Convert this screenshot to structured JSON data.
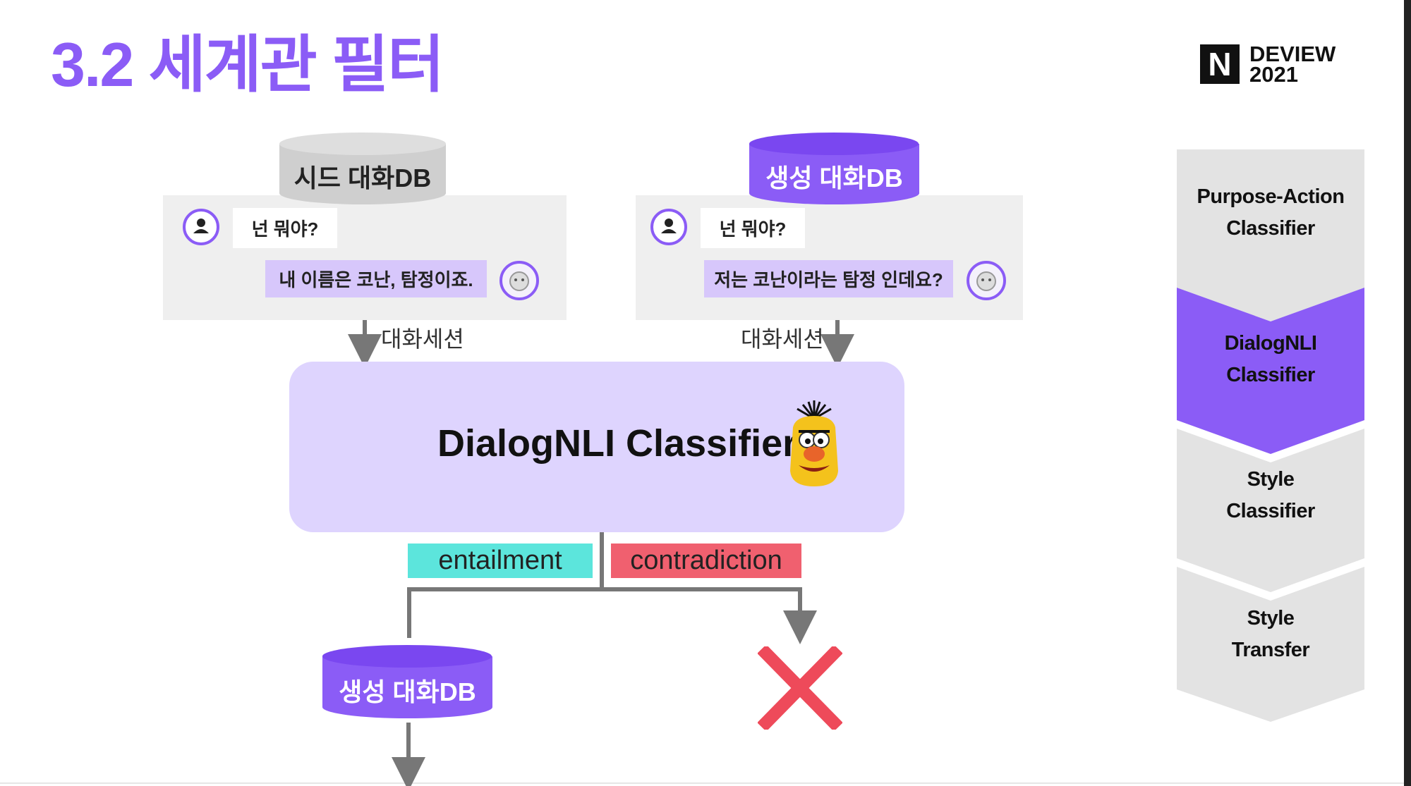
{
  "title": "3.2 세계관 필터",
  "logo": {
    "mark": "N",
    "line1": "DEVIEW",
    "line2": "2021"
  },
  "seed_db": {
    "label": "시드 대화DB",
    "user_message": "넌 뭐야?",
    "bot_message": "내 이름은 코난, 탐정이죠.",
    "session_label": "대화세션"
  },
  "generated_db": {
    "label": "생성 대화DB",
    "user_message": "넌 뭐야?",
    "bot_message": "저는 코난이라는 탐정 인데요?",
    "session_label": "대화세션"
  },
  "classifier": {
    "title": "DialogNLI Classifier",
    "mascot": "bert-mascot-icon"
  },
  "outcomes": {
    "entailment": "entailment",
    "contradiction": "contradiction",
    "output_db": "생성 대화DB",
    "reject": "reject-x-icon"
  },
  "pipeline": [
    {
      "line1": "Purpose-Action",
      "line2": "Classifier",
      "active": false
    },
    {
      "line1": "DialogNLI",
      "line2": "Classifier",
      "active": true
    },
    {
      "line1": "Style",
      "line2": "Classifier",
      "active": false
    },
    {
      "line1": "Style",
      "line2": "Transfer",
      "active": false
    }
  ],
  "colors": {
    "accent": "#8b5cf6",
    "classifier_bg": "#ded4fe",
    "entailment": "#5ce5dc",
    "contradiction": "#f0606f",
    "pipeline_gray": "#e3e3e3",
    "reject": "#ee4a5a"
  }
}
